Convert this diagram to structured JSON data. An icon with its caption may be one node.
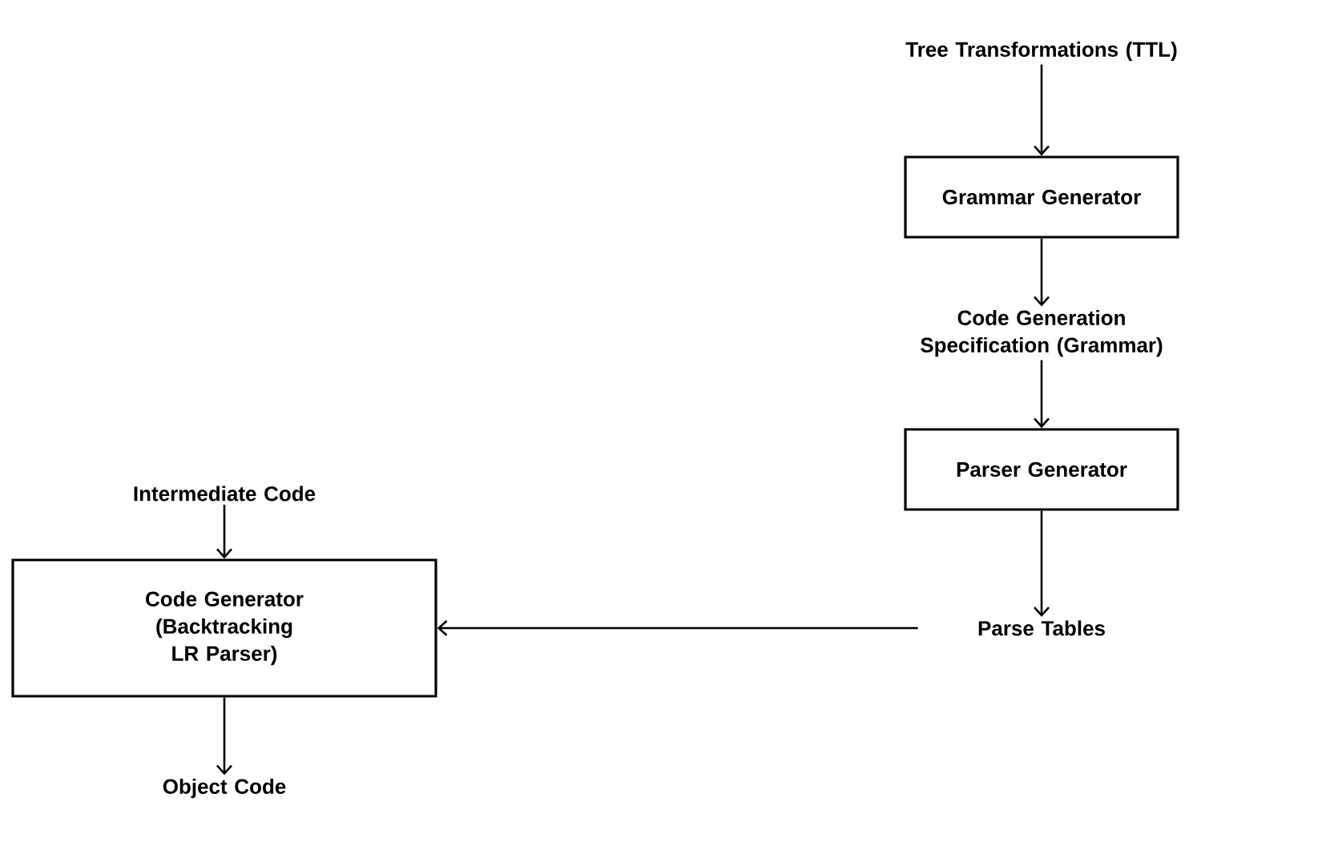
{
  "diagram": {
    "nodes": [
      {
        "text": [
          "Tree Transformations (TTL)"
        ]
      },
      {
        "text": [
          "Grammar Generator"
        ]
      },
      {
        "text": [
          "Code Generation Specification (Grammar)"
        ]
      },
      {
        "text": [
          "Parser Generator"
        ]
      },
      {
        "text": [
          "Parse Tables"
        ]
      },
      {
        "text": [
          "Intermediate Code"
        ]
      },
      {
        "text": [
          "Code Generator (Backtracking LR Parser)"
        ]
      },
      {
        "text": [
          "Object Code"
        ]
      }
    ],
    "edges": [
      {
        "from": 0,
        "to": 1,
        "arrow": "to"
      },
      {
        "from": 1,
        "to": 2,
        "arrow": "to"
      },
      {
        "from": 2,
        "to": 3,
        "arrow": "to"
      },
      {
        "from": 3,
        "to": 4,
        "arrow": "to"
      },
      {
        "from": 4,
        "to": 6,
        "arrow": "to"
      },
      {
        "from": 5,
        "to": 6,
        "arrow": "to"
      },
      {
        "from": 6,
        "to": 7,
        "arrow": "to"
      }
    ]
  }
}
